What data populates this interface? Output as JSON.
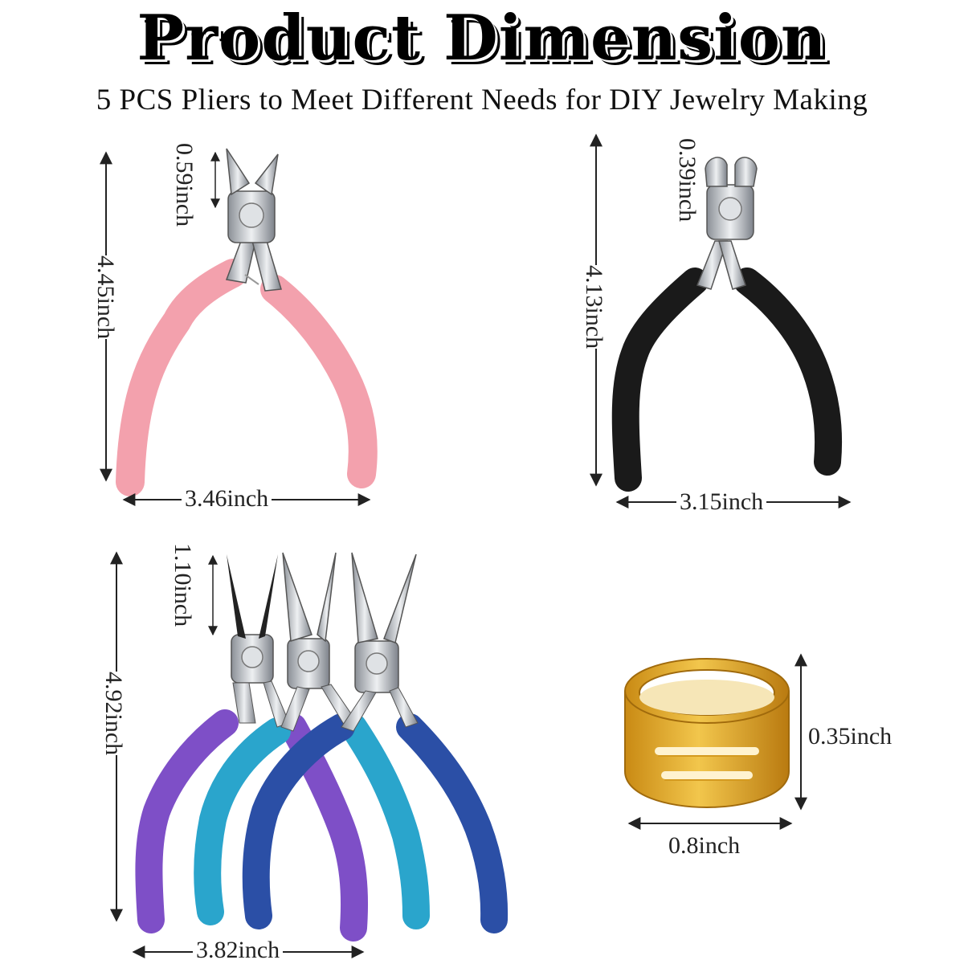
{
  "header": {
    "title": "Product Dimension",
    "subtitle": "5 PCS Pliers to Meet Different Needs for DIY Jewelry Making"
  },
  "products": {
    "pink_pliers": {
      "handle_color": "#f3a1ad",
      "jaw_label": "0.59inch",
      "height_label": "4.45inch",
      "width_label": "3.46inch"
    },
    "black_pliers": {
      "handle_color": "#1a1a1a",
      "jaw_label": "0.39inch",
      "height_label": "4.13inch",
      "width_label": "3.15inch"
    },
    "plier_set": {
      "handle_colors": [
        "#7e4fc7",
        "#2aa5cc",
        "#2b4fa6"
      ],
      "jaw_label": "1.10inch",
      "height_label": "4.92inch",
      "width_label": "3.82inch"
    },
    "jump_ring_tool": {
      "color": "#e2ac2a",
      "height_label": "0.35inch",
      "width_label": "0.8inch"
    }
  }
}
